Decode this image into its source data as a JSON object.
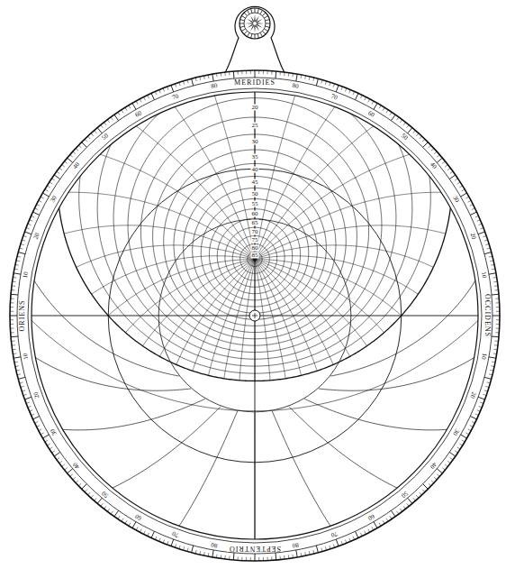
{
  "diagram": {
    "labels": [
      "MERIDIES",
      "ORIENS",
      "OCCIDENS",
      "SEPTENTRIO",
      "20",
      "25",
      "30",
      "35",
      "40",
      "45",
      "50",
      "55",
      "60",
      "65",
      "70",
      "75",
      "80",
      "85",
      "10",
      "20",
      "30",
      "40",
      "50",
      "60",
      "70",
      "80",
      "10",
      "20",
      "30",
      "40",
      "50",
      "60",
      "70",
      "80",
      "10",
      "20",
      "30",
      "40",
      "50",
      "60",
      "70",
      "80",
      "10",
      "20",
      "30",
      "40",
      "50",
      "60",
      "70",
      "80"
    ]
  }
}
